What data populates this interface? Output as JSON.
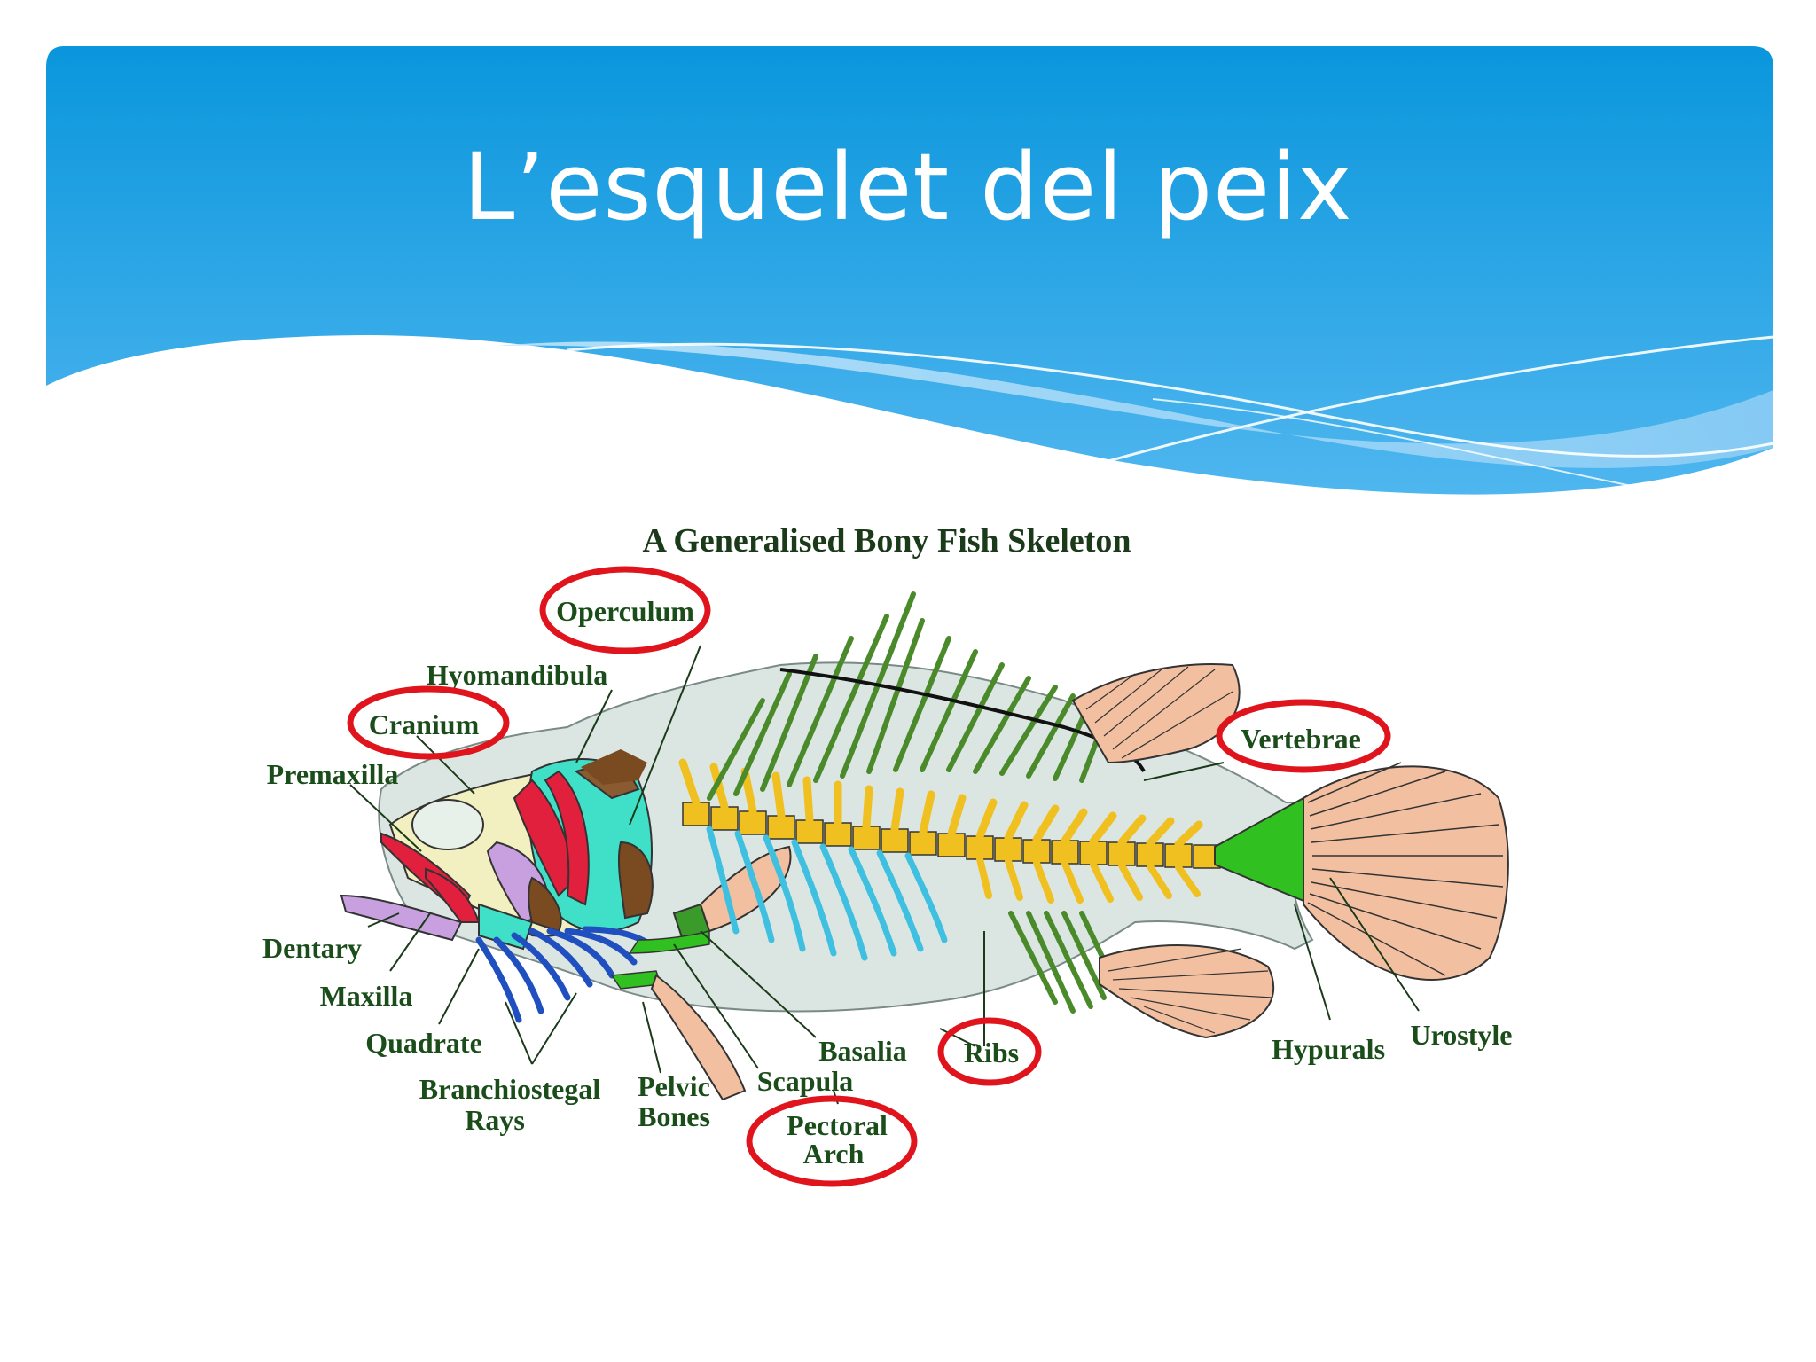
{
  "slide": {
    "title": "L’esquelet del peix"
  },
  "diagram": {
    "title": "A Generalised Bony Fish Skeleton",
    "labels": {
      "operculum": "Operculum",
      "hyomandibula": "Hyomandibula",
      "cranium": "Cranium",
      "premaxilla": "Premaxilla",
      "vertebrae": "Vertebrae",
      "dentary": "Dentary",
      "maxilla": "Maxilla",
      "quadrate": "Quadrate",
      "branchiostegal_1": "Branchiostegal",
      "branchiostegal_2": "Rays",
      "pelvic_1": "Pelvic",
      "pelvic_2": "Bones",
      "basalia": "Basalia",
      "scapula": "Scapula",
      "ribs": "Ribs",
      "pectoral_1": "Pectoral",
      "pectoral_2": "Arch",
      "hypurals": "Hypurals",
      "urostyle": "Urostyle"
    },
    "highlighted": [
      "Operculum",
      "Cranium",
      "Vertebrae",
      "Ribs",
      "Pectoral Arch"
    ],
    "colors": {
      "highlight_ring": "#e0141c",
      "body": "#dbe6e2",
      "vertebrae": "#f0c020",
      "spines": "#4a8a2a",
      "fin_rays": "#f2c0a0",
      "ribs": "#40c0e0",
      "label_text": "#1a4d1a"
    }
  }
}
